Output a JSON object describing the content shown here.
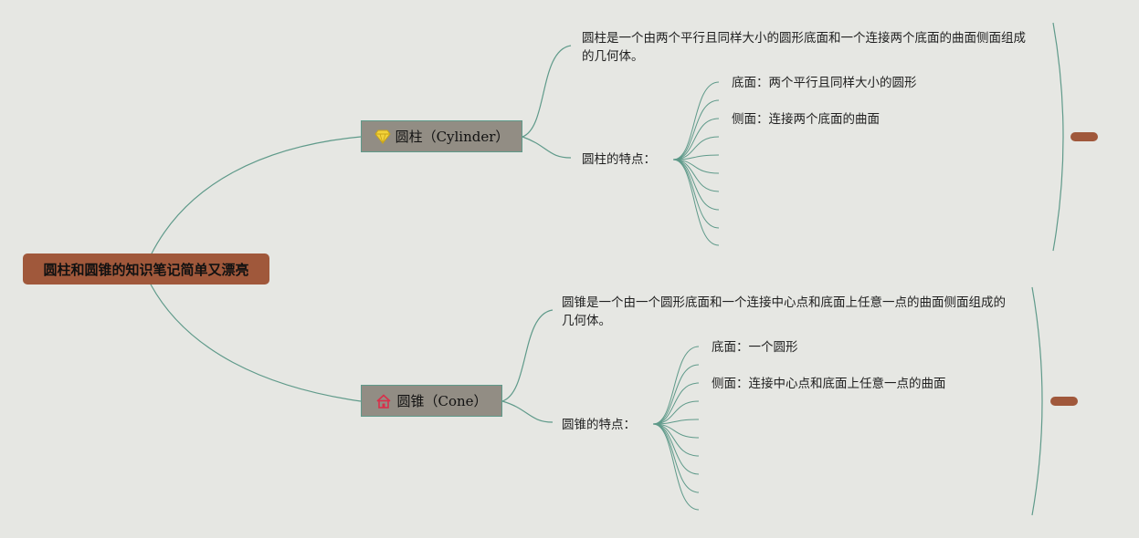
{
  "root": {
    "label": "圆柱和圆锥的知识笔记简单又漂亮"
  },
  "cylinder": {
    "label": "圆柱（Cylinder）",
    "icon": "diamond-icon",
    "definition": "圆柱是一个由两个平行且同样大小的圆形底面和一个连接两个底面的曲面侧面组成的几何体。",
    "features_label": "圆柱的特点：",
    "features": [
      "底面：两个平行且同样大小的圆形",
      "侧面：连接两个底面的曲面"
    ]
  },
  "cone": {
    "label": "圆锥（Cone）",
    "icon": "house-icon",
    "definition": "圆锥是一个由一个圆形底面和一个连接中心点和底面上任意一点的曲面侧面组成的几何体。",
    "features_label": "圆锥的特点：",
    "features": [
      "底面：一个圆形",
      "侧面：连接中心点和底面上任意一点的曲面"
    ]
  },
  "colors": {
    "edge": "#5f9a8a",
    "accent": "#a0583b",
    "topic_fill": "#928d84"
  }
}
